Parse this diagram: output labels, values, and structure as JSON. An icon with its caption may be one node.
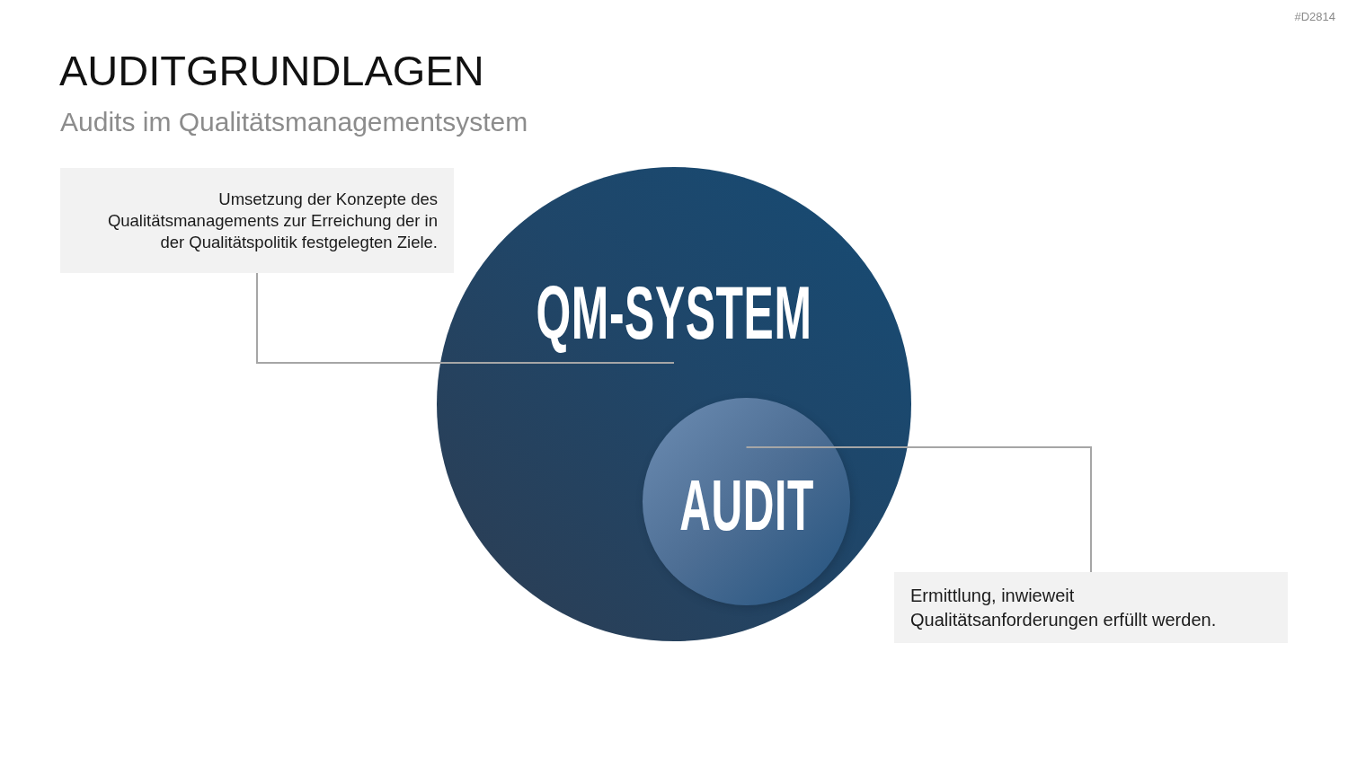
{
  "diagram": {
    "title": "AUDITGRUNDLAGEN",
    "nodes": [
      {
        "text": [
          "Umsetzung der Konzepte des Qualitätsmanagements zur Erreichung der in der Qualitätspolitik festgelegten Ziele."
        ]
      },
      {
        "text": [
          "QM-SYSTEM"
        ]
      },
      {
        "text": [
          "AUDIT"
        ],
        "in": 1
      },
      {
        "text": [
          "Ermittlung, inwieweit Qualitätsanforderungen erfüllt werden."
        ]
      }
    ],
    "edges": [
      {
        "from": 0,
        "to": 1,
        "arrow": "none"
      },
      {
        "from": 3,
        "to": 2,
        "arrow": "none"
      }
    ],
    "labels": [
      "#D2814",
      "Audits im Qualitätsmanagementsystem"
    ]
  }
}
